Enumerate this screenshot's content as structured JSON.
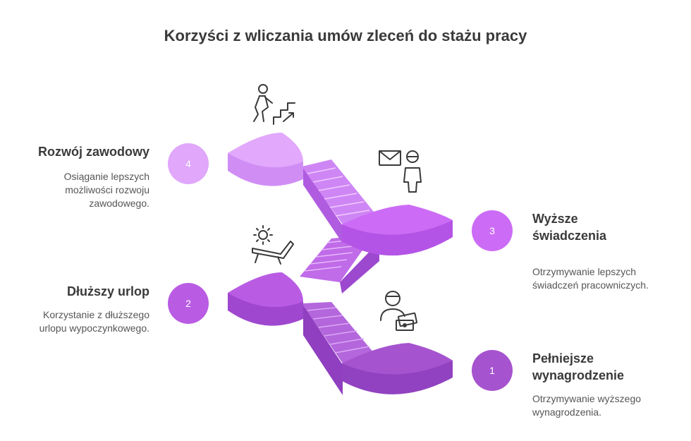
{
  "title": "Korzyści z wliczania umów zleceń do stażu pracy",
  "steps": [
    {
      "number": "1",
      "heading": "Pełniejsze wynagrodzenie",
      "description": "Otrzymywanie wyższego wynagrodzenia.",
      "icon": "worker-money-icon",
      "color": "#a653cf"
    },
    {
      "number": "2",
      "heading": "Dłuższy urlop",
      "description": "Korzystanie z dłuższego urlopu wypoczynkowego.",
      "icon": "sunbed-icon",
      "color": "#b95ce3"
    },
    {
      "number": "3",
      "heading": "Wyższe świadczenia",
      "description": "Otrzymywanie lepszych świadczeń pracowniczych.",
      "icon": "mail-person-icon",
      "color": "#cc6cf6"
    },
    {
      "number": "4",
      "heading": "Rozwój zawodowy",
      "description": "Osiąganie lepszych możliwości rozwoju zawodowego.",
      "icon": "climbing-stairs-icon",
      "color": "#e0a7fb"
    }
  ]
}
